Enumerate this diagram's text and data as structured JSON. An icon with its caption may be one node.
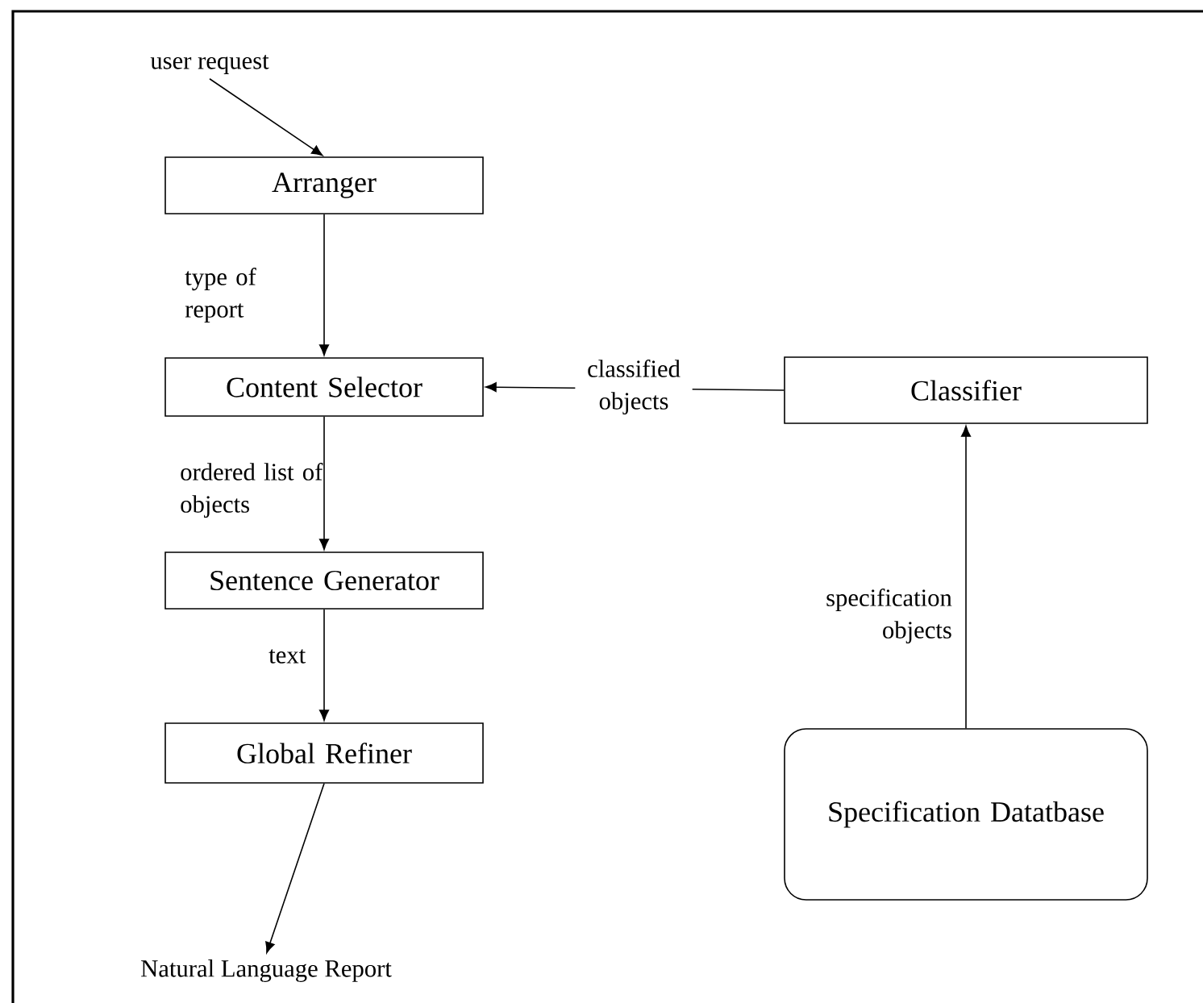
{
  "diagram": {
    "nodes": [
      {
        "text": [
          "user request"
        ]
      },
      {
        "text": [
          "Arranger"
        ]
      },
      {
        "text": [
          "Content Selector"
        ]
      },
      {
        "text": [
          "Classifier"
        ]
      },
      {
        "text": [
          "Sentence Generator"
        ]
      },
      {
        "text": [
          "Global Refiner"
        ]
      },
      {
        "text": [
          "Specification Datatbase"
        ]
      },
      {
        "text": [
          "Natural Language Report"
        ]
      }
    ],
    "edges": [
      {
        "from": 0,
        "to": 1,
        "arrow": "to"
      },
      {
        "from": 1,
        "to": 2,
        "arrow": "to",
        "label": "type of report"
      },
      {
        "from": 3,
        "to": 2,
        "arrow": "to",
        "label": "classified objects"
      },
      {
        "from": 2,
        "to": 4,
        "arrow": "to",
        "label": "ordered list of objects"
      },
      {
        "from": 4,
        "to": 5,
        "arrow": "to",
        "label": "text"
      },
      {
        "from": 6,
        "to": 3,
        "arrow": "to",
        "label": "specification objects"
      },
      {
        "from": 5,
        "to": 7,
        "arrow": "to"
      }
    ]
  }
}
